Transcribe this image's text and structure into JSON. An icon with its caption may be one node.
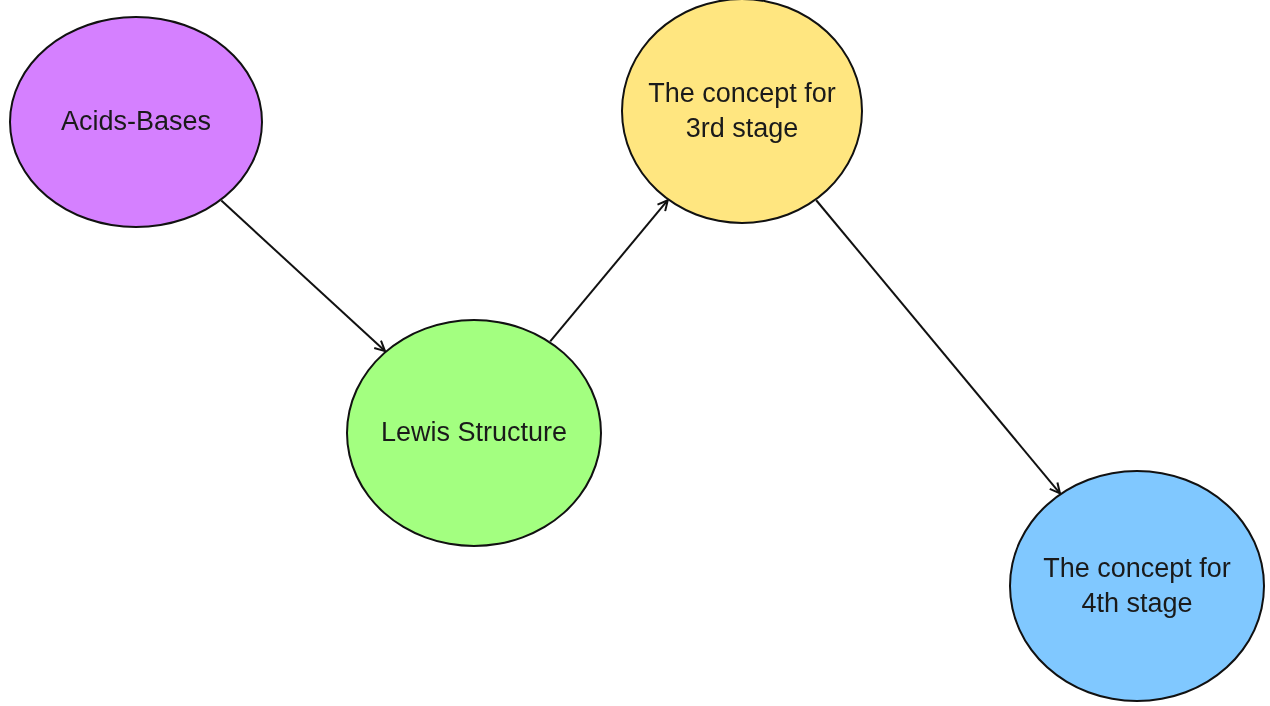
{
  "diagram": {
    "nodes": [
      {
        "text": [
          "Acids-Bases"
        ]
      },
      {
        "text": [
          "Lewis Structure"
        ]
      },
      {
        "text": [
          "The concept for 3rd stage"
        ]
      },
      {
        "text": [
          "The concept for 4th stage"
        ]
      }
    ],
    "edges": [
      {
        "from": 0,
        "to": 1,
        "arrow": "to"
      },
      {
        "from": 1,
        "to": 2,
        "arrow": "to"
      },
      {
        "from": 2,
        "to": 3,
        "arrow": "to"
      }
    ]
  }
}
